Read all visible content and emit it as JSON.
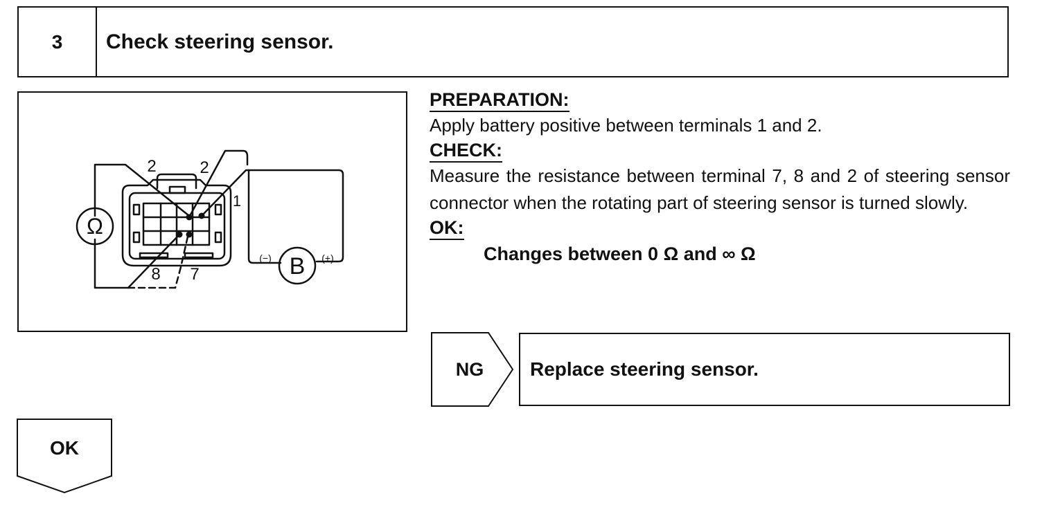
{
  "step": {
    "number": "3",
    "title": "Check steering sensor."
  },
  "figure": {
    "ohmmeter_symbol": "Ω",
    "battery_symbol": "B",
    "battery_negative": "(−)",
    "battery_positive": "(+)",
    "terminal_labels": {
      "t2_left": "2",
      "t2_right": "2",
      "t1": "1",
      "t8": "8",
      "t7": "7"
    }
  },
  "preparation": {
    "heading": "PREPARATION:",
    "text": "Apply battery positive between terminals 1 and 2."
  },
  "check": {
    "heading": "CHECK:",
    "text": "Measure the resistance between terminal 7, 8 and 2 of steering sensor connector when the rotating part of steering sensor is turned slowly."
  },
  "ok": {
    "heading": "OK:",
    "value": "Changes between 0 Ω and ∞ Ω"
  },
  "ng_branch": {
    "label": "NG",
    "action": "Replace steering sensor."
  },
  "ok_branch": {
    "label": "OK"
  }
}
